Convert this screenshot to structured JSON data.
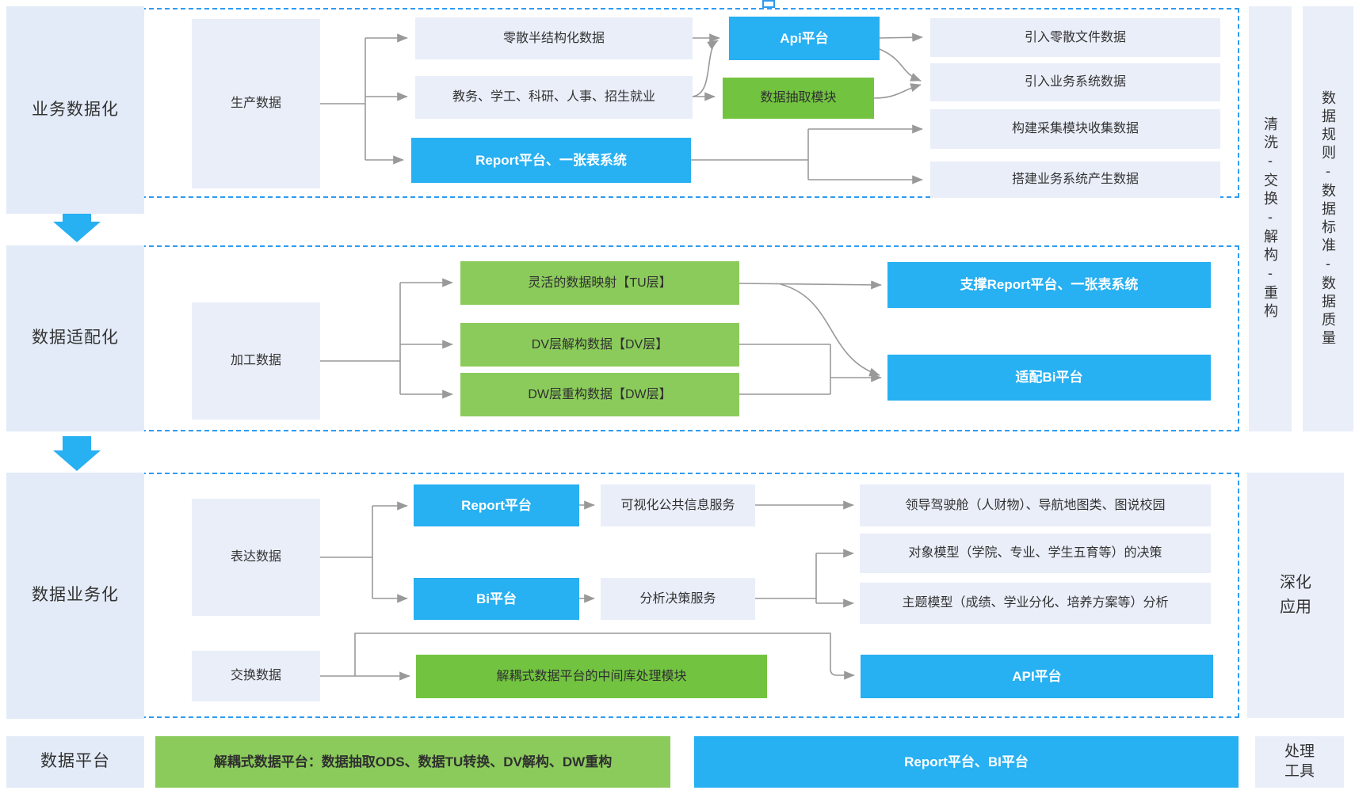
{
  "colors": {
    "blue": "#27b0f2",
    "green": "#72c440",
    "green_light": "#8bcb5b",
    "panel": "#e9eef9",
    "label_panel": "#e3ebf8",
    "dashed_border": "#2e9bf0",
    "arrow": "#999999",
    "text_dark": "#333333"
  },
  "s1": {
    "label": "业务数据化",
    "source": "生产数据",
    "mid1": "零散半结构化数据",
    "mid2": "教务、学工、科研、人事、招生就业",
    "mid3": "Report平台、一张表系统",
    "api": "Api平台",
    "extract": "数据抽取模块",
    "out1": "引入零散文件数据",
    "out2": "引入业务系统数据",
    "out3": "构建采集模块收集数据",
    "out4": "搭建业务系统产生数据"
  },
  "s2": {
    "label": "数据适配化",
    "source": "加工数据",
    "tu": "灵活的数据映射【TU层】",
    "dv": "DV层解构数据【DV层】",
    "dw": "DW层重构数据【DW层】",
    "out1": "支撑Report平台、一张表系统",
    "out2": "适配Bi平台"
  },
  "s3": {
    "label": "数据业务化",
    "source1": "表达数据",
    "report": "Report平台",
    "bi": "Bi平台",
    "svc1": "可视化公共信息服务",
    "svc2": "分析决策服务",
    "out1": "领导驾驶舱（人财物）、导航地图类、图说校园",
    "out2": "对象模型（学院、专业、学生五育等）的决策",
    "out3": "主题模型（成绩、学业分化、培养方案等）分析",
    "source2": "交换数据",
    "middleware": "解耦式数据平台的中间库处理模块",
    "api": "API平台"
  },
  "rails": {
    "clean": "清洗-交换-解构-重构",
    "rules": "数据规则-数据标准-数据质量",
    "deepen": "深化应用",
    "tools": "处理工具"
  },
  "bottom": {
    "label": "数据平台",
    "green_bar": "解耦式数据平台：数据抽取ODS、数据TU转换、DV解构、DW重构",
    "blue_bar": "Report平台、BI平台"
  }
}
